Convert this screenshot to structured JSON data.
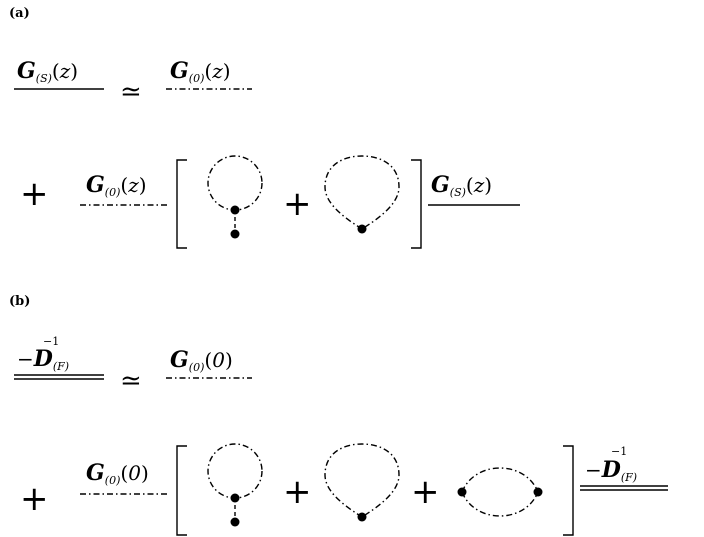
{
  "panels": [
    {
      "label": "(a)",
      "lhs": {
        "symbol": "G",
        "subscript": "(S)",
        "argument": "z"
      },
      "rhs": {
        "symbol": "G",
        "subscript": "(0)",
        "argument": "z"
      },
      "relation": "≃",
      "plus": "+",
      "term2_left": {
        "symbol": "G",
        "subscript": "(0)",
        "argument": "z"
      },
      "term2_right": {
        "symbol": "G",
        "subscript": "(S)",
        "argument": "z"
      }
    },
    {
      "label": "(b)",
      "lhs": {
        "prefix": "−",
        "symbol": "D",
        "subscript": "(F)",
        "superscript": "−1"
      },
      "rhs": {
        "symbol": "G",
        "subscript": "(0)",
        "argument": "0"
      },
      "relation": "≃",
      "plus": "+",
      "term2_left": {
        "symbol": "G",
        "subscript": "(0)",
        "argument": "0"
      },
      "term2_right": {
        "prefix": "−",
        "symbol": "D",
        "subscript": "(F)",
        "superscript": "−1"
      }
    }
  ],
  "brackets": {
    "open": "[",
    "close": "]"
  }
}
